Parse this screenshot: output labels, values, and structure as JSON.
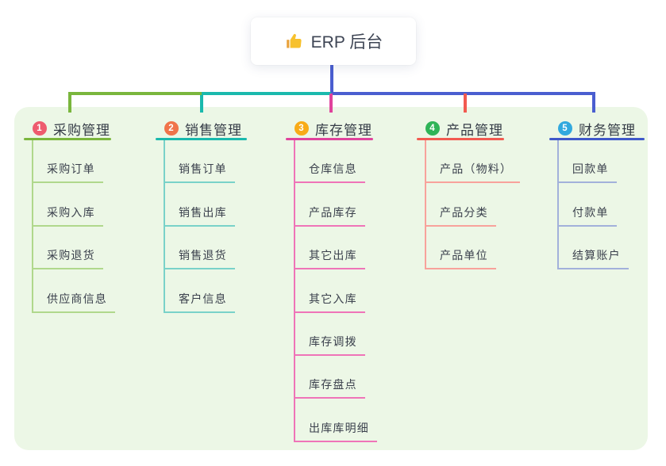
{
  "root": {
    "label": "ERP 后台",
    "icon": "thumbs-up-icon"
  },
  "board": {
    "background": "#ecf7e6",
    "page_background": "#ffffff"
  },
  "connector": {
    "root_color": "#4a5ed0"
  },
  "text_colors": {
    "root": "#3e4554",
    "branch_title": "#343b46",
    "child": "#3b414d"
  },
  "branches": [
    {
      "number": "1",
      "label": "采购管理",
      "badge_color": "#ee5b6e",
      "line_color": "#7ab63d",
      "child_line_color": "#b0d88c",
      "children": [
        "采购订单",
        "采购入库",
        "采购退货",
        "供应商信息"
      ]
    },
    {
      "number": "2",
      "label": "销售管理",
      "badge_color": "#f0744a",
      "line_color": "#1ab9ad",
      "child_line_color": "#79d2c9",
      "children": [
        "销售订单",
        "销售出库",
        "销售退货",
        "客户信息"
      ]
    },
    {
      "number": "3",
      "label": "库存管理",
      "badge_color": "#f8ab18",
      "line_color": "#e0439c",
      "child_line_color": "#ef74b8",
      "children": [
        "仓库信息",
        "产品库存",
        "其它出库",
        "其它入库",
        "库存调拨",
        "库存盘点",
        "出库库明细"
      ]
    },
    {
      "number": "4",
      "label": "产品管理",
      "badge_color": "#2fb457",
      "line_color": "#f25a50",
      "child_line_color": "#f8a29b",
      "children": [
        "产品（物料）",
        "产品分类",
        "产品单位"
      ]
    },
    {
      "number": "5",
      "label": "财务管理",
      "badge_color": "#32a9de",
      "line_color": "#3f58c9",
      "child_line_color": "#a2b1db",
      "children": [
        "回款单",
        "付款单",
        "结算账户"
      ]
    }
  ]
}
